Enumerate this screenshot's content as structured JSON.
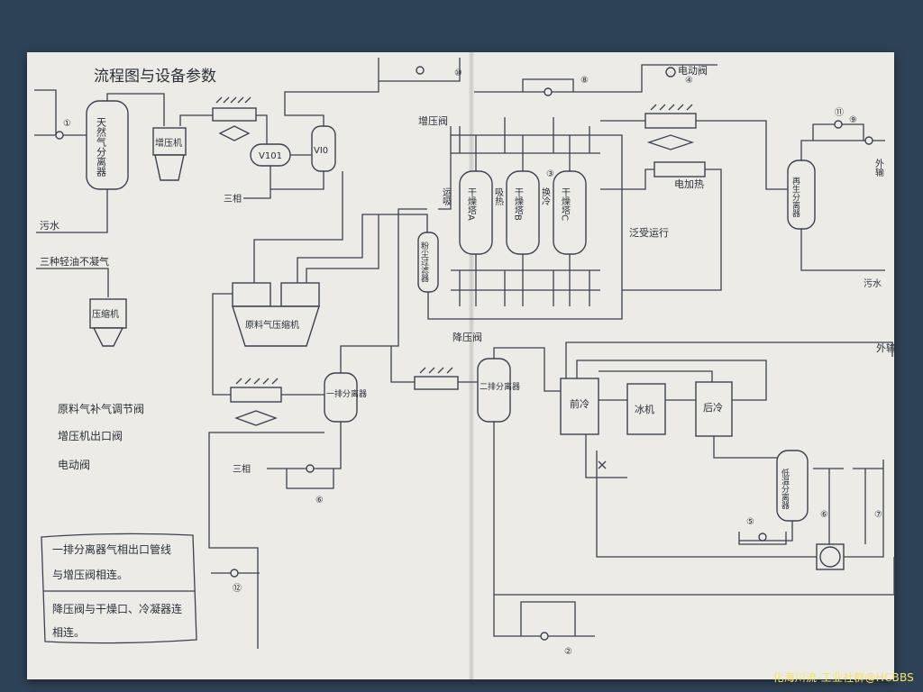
{
  "title": "流程图与设备参数",
  "equipment": {
    "gas_separator": "天然气分离器",
    "booster": "增压机",
    "v_small": "V101",
    "v_large": "VI0",
    "tower_a": "干燥塔A",
    "tower_b": "干燥塔B",
    "tower_c": "干燥塔C",
    "filter": "粉尘过滤器",
    "feed_compressor": "原料气压缩机",
    "separator_1": "一排分离器",
    "separator_2": "二排分离器",
    "pre_cooler": "前冷",
    "chiller": "冰机",
    "post_cooler": "后冷",
    "low_temp_sep": "低温分离器",
    "regen_sep": "再生分离器",
    "heater": "电加热",
    "compressor": "压缩机"
  },
  "labels": {
    "pressure_relief_top": "增压阀",
    "pressure_relief_mid": "降压阀",
    "state_a": "运吸",
    "state_b": "吸热",
    "state_c": "换冷",
    "changeover": "泛受运行",
    "electric_valve_top": "电动阀",
    "to_pipeline": "外输",
    "water_out_left": "污水",
    "condensate": "三种轻油不凝气",
    "water_out_right": "污水",
    "export": "外输",
    "drain_1": "三相",
    "drain_2": "三相"
  },
  "legend": {
    "item_8": "原料气补气调节阀",
    "item_9": "增压机出口阀",
    "item_10": "电动阀"
  },
  "note": {
    "line1": "一排分离器气相出口管线",
    "line2": "与增压阀相连。",
    "line3": "降压阀与干燥口、冷凝器连",
    "line4": "相连。"
  },
  "valve_numbers": {
    "v1": "①",
    "v2": "②",
    "v3": "③",
    "v4": "④",
    "v5": "⑤",
    "v6": "⑥",
    "v7": "⑦",
    "v8": "⑧",
    "v9": "⑨",
    "v10": "⑩",
    "v11": "⑪",
    "v12": "⑫"
  },
  "watermark": "化海川流-工业社群@HCBBS",
  "colors": {
    "background": "#2e4257",
    "paper": "#ecebe5",
    "ink": "#3b4150",
    "watermark": "#f3e36a"
  }
}
